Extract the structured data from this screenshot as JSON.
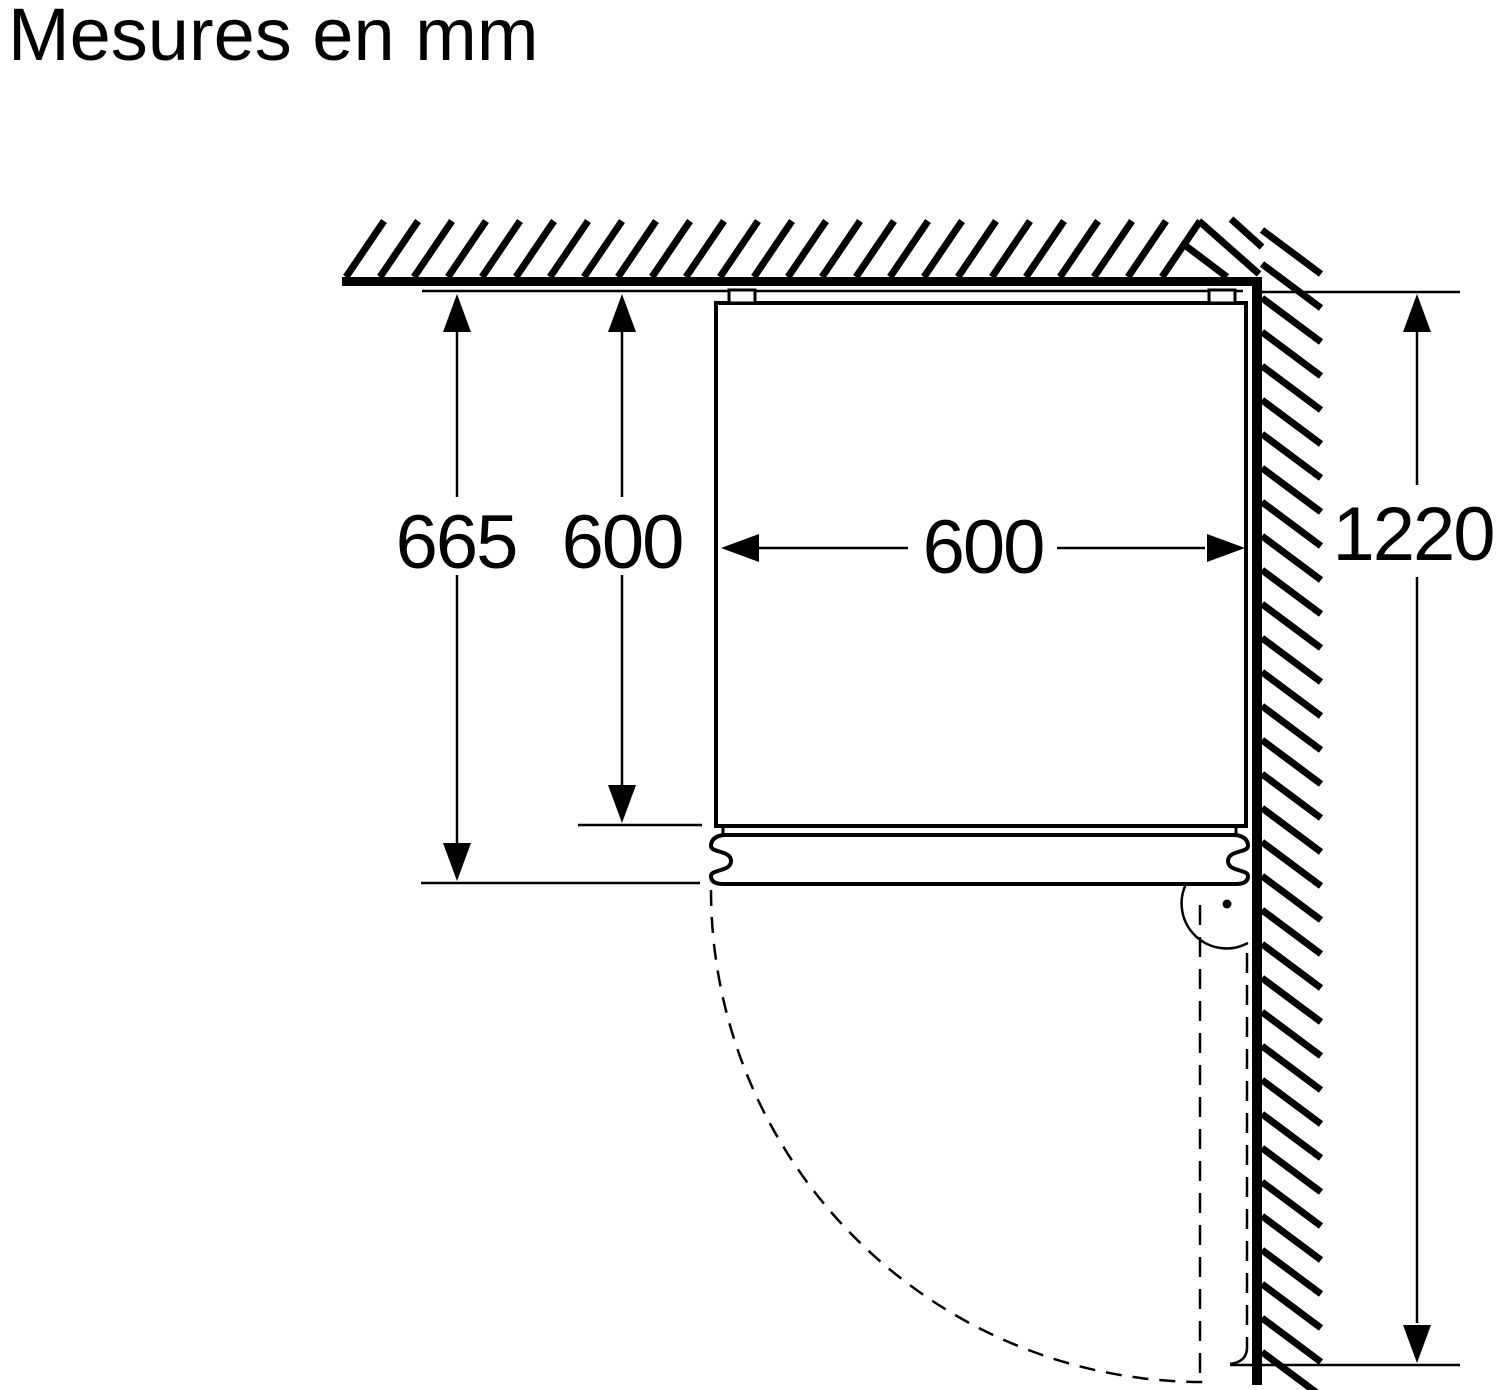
{
  "title": "Mesures en mm",
  "colors": {
    "ink": "#000000",
    "paper": "#ffffff"
  },
  "dimensions": {
    "depth_with_door": "665",
    "depth_without_door": "600",
    "appliance_width": "600",
    "side_niche": "1220"
  }
}
